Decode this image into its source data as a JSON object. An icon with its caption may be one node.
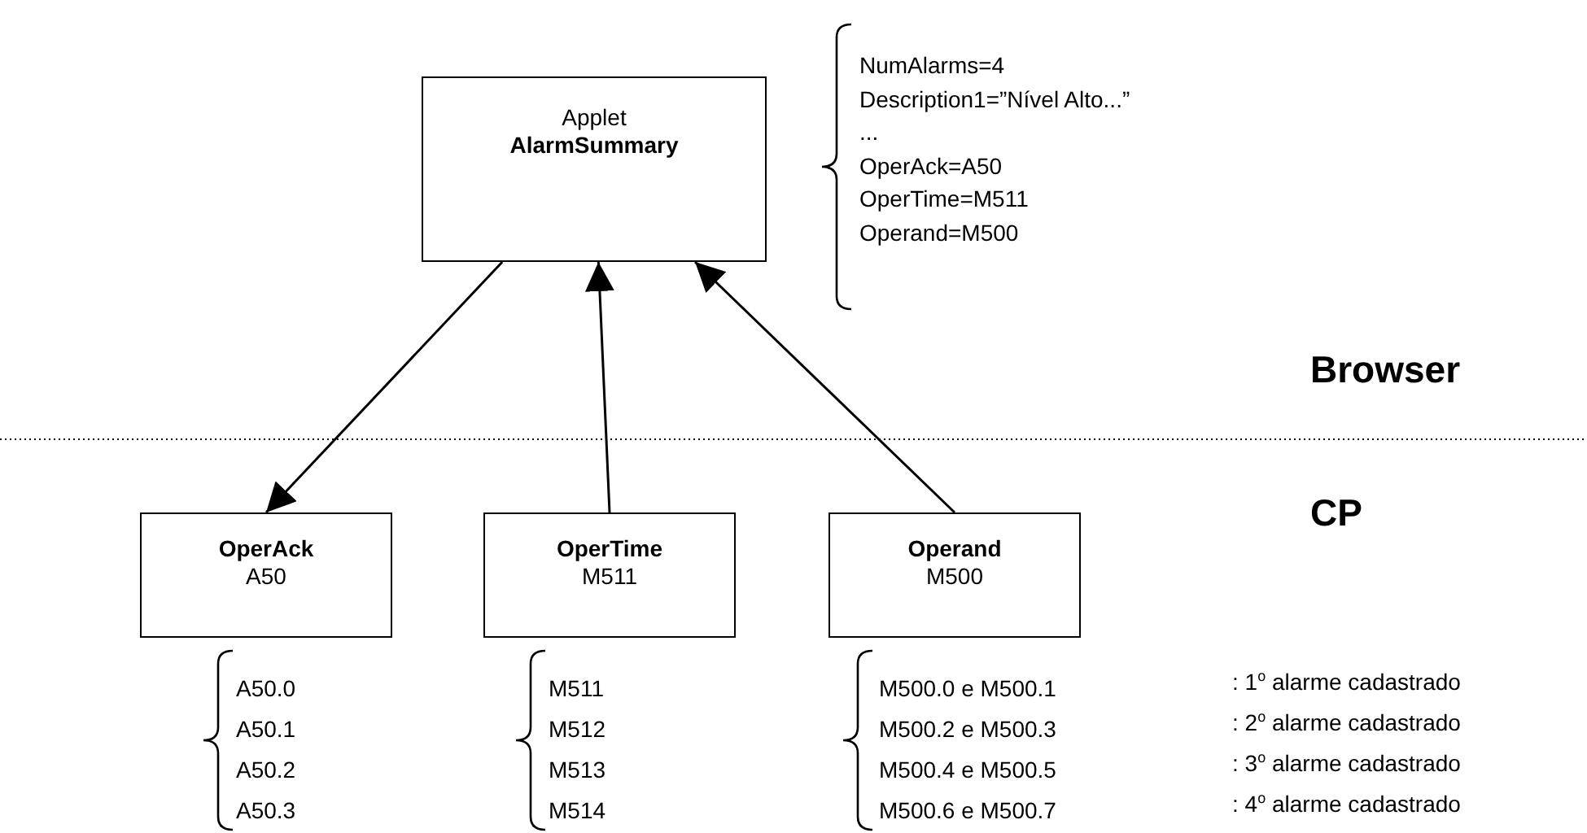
{
  "diagram": {
    "nodes": [
      {
        "text": [
          "Applet",
          "AlarmSummary"
        ],
        "beside": [
          "NumAlarms=4",
          "Description1=”Nível Alto...”",
          "...",
          "OperAck=A50",
          "OperTime=M511",
          "Operand=M500"
        ]
      },
      {
        "text": [
          "OperAck",
          "A50"
        ],
        "beside": [
          "A50.0",
          "A50.1",
          "A50.2",
          "A50.3"
        ]
      },
      {
        "text": [
          "OperTime",
          "M511"
        ],
        "beside": [
          "M511",
          "M512",
          "M513",
          "M514"
        ]
      },
      {
        "text": [
          "Operand",
          "M500"
        ],
        "beside": [
          "M500.0 e M500.1",
          "M500.2 e M500.3",
          "M500.4 e M500.5",
          "M500.6 e M500.7"
        ]
      }
    ],
    "edges": [
      {
        "from": 0,
        "to": 1,
        "arrow": "to"
      },
      {
        "from": 2,
        "to": 0,
        "arrow": "to"
      },
      {
        "from": 3,
        "to": 0,
        "arrow": "to"
      }
    ],
    "labels": [
      "Browser",
      "CP",
      ": 1$^{o}$ alarme cadastrado",
      ": 2$^{o}$ alarme cadastrado",
      ": 3$^{o}$ alarme cadastrado",
      ": 4$^{o}$ alarme cadastrado"
    ]
  }
}
